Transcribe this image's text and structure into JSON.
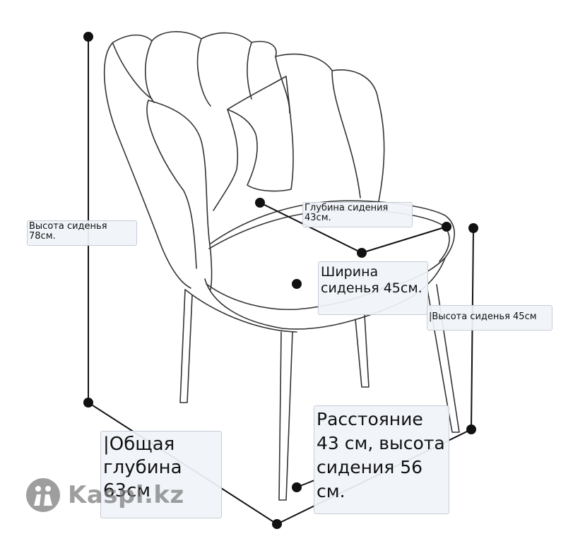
{
  "labels": {
    "total_height": "Высота сиденья\n78см.",
    "seat_depth": "Глубина сидения\n43см.",
    "seat_width": "Ширина\nсиденья 45см.",
    "seat_height": "|Высота сиденья 45см",
    "overall_depth": "|Общая\nглубина\n63см",
    "distance": "Расстояние\n43 см, высота\nсидения 56\nсм."
  },
  "watermark": {
    "brand": "Kaspi.kz",
    "icon": "kaspi-logo-icon"
  },
  "colors": {
    "line": "#2b2b2b",
    "dimension": "#111111",
    "label_bg": "#f0f4fa",
    "watermark": "#7a7a7a"
  }
}
